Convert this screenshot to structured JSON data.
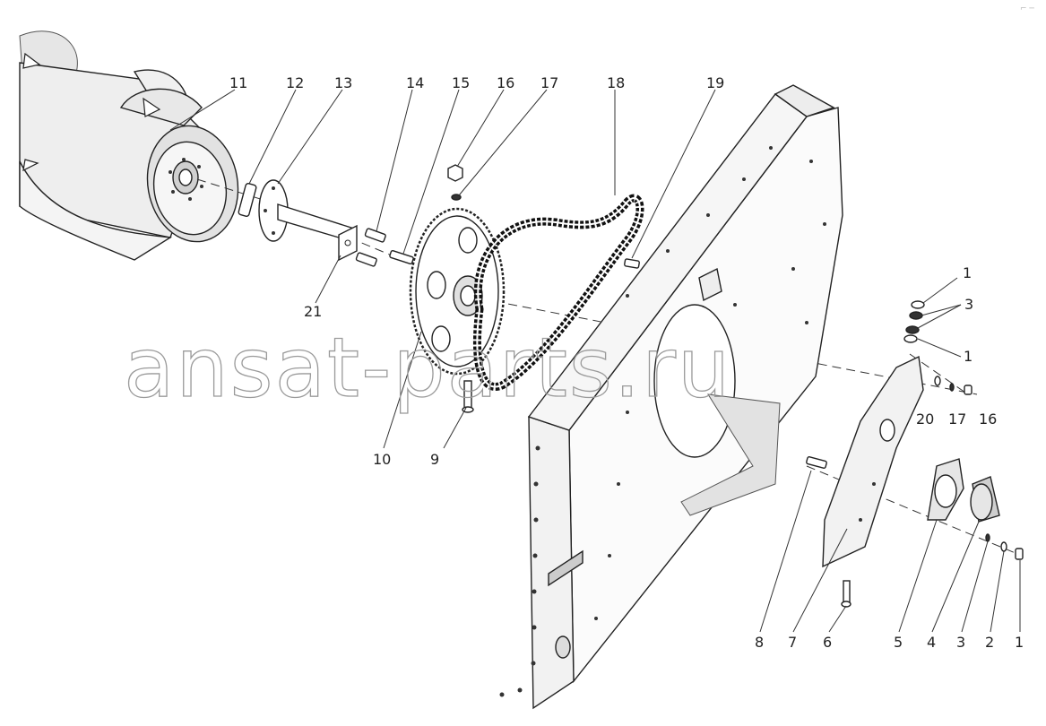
{
  "watermark": "ansat-parts.ru",
  "corner_mark": "⌐ ─",
  "callouts": {
    "c11": "11",
    "c12": "12",
    "c13": "13",
    "c14": "14",
    "c15": "15",
    "c16a": "16",
    "c17a": "17",
    "c18": "18",
    "c19": "19",
    "c21": "21",
    "c10": "10",
    "c9": "9",
    "c1a": "1",
    "c3a": "3",
    "c1b": "1",
    "c20": "20",
    "c17b": "17",
    "c16b": "16",
    "c8": "8",
    "c7": "7",
    "c6": "6",
    "c5": "5",
    "c4": "4",
    "c3b": "3",
    "c2": "2",
    "c1c": "1"
  }
}
